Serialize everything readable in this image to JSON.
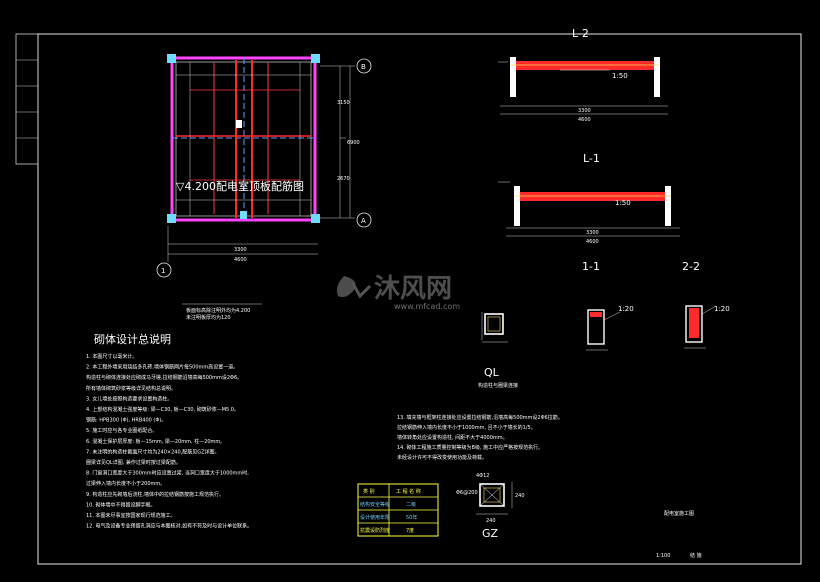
{
  "plan": {
    "title": "▽4.200配电室顶板配筋图",
    "axis_b": "B",
    "axis_a": "A",
    "axis_1": "1",
    "dim_total": "4600",
    "dim_inner": "3300",
    "dim_right_1": "3150",
    "dim_right_2": "2670",
    "dim_right_total": "6900",
    "bottom_note_1": "板面标高除注明外均为4.200",
    "bottom_note_2": "未注明板厚均为120"
  },
  "beam_l2": {
    "title": "L-2",
    "ratio": "1:50",
    "dim": "3300",
    "dim_total": "4600"
  },
  "beam_l1": {
    "title": "L-1",
    "ratio": "1:50",
    "dim": "3300",
    "dim_total": "4600"
  },
  "sections": {
    "s11": "1-1",
    "s22": "2-2",
    "scale_1": "1:20",
    "scale_2": "1:20",
    "ql": "QL",
    "ql_note": "构造柱与圈梁连接",
    "gz": "GZ",
    "gz_dim_top": "4Φ12",
    "gz_dim_side": "Φ6@200",
    "gz_dim_w": "240",
    "gz_dim_h": "240"
  },
  "notes_title": "砌体设计总说明",
  "notes": [
    "1. 本图尺寸以毫米计。",
    "2. 本工程外墙采用烧结多孔砖,墙体钢筋网片每500mm高设置一道。",
    "   构造柱与砌体连接处应砌成马牙槎,拉结钢筋沿墙高每500mm设2Φ6。",
    "   所有墙体砌筑砂浆等级详见结构总说明。",
    "3. 女儿墙处按照构造要求设置构造柱。",
    "4. 上部结构混凝土强度等级: 梁—C30, 板—C30, 砌筑砂浆—M5.0。",
    "   钢筋: HPB300 (Φ), HRB400 (Φ)。",
    "5. 施工时应与各专业图纸配合。",
    "6. 混凝土保护层厚度: 板—15mm, 梁—20mm, 柱—20mm。",
    "7. 未注明的构造柱截面尺寸均为240×240,配筋见GZ详图。",
    "   圈梁详见QL详图, 兼作过梁时按过梁配筋。",
    "8. 门窗洞口宽度大于300mm时应设置过梁, 当洞口宽度大于1000mm时,",
    "   过梁伸入墙内长度不小于200mm。",
    "9. 构造柱应先砌墙后浇柱,墙体中的拉结钢筋按施工规范执行。",
    "10. 砌体墙中不得留设脚手眼。",
    "11. 本图未尽事宜按国家现行规范施工。",
    "12. 电气及设备专业预留孔洞应与本图核对,如有不符及时与设计单位联系。"
  ],
  "notes_right": [
    "13. 填充墙与框架柱连接处应设置拉结钢筋,沿墙高每500mm设2Φ6拉筋。",
    "    拉结钢筋伸入墙内长度不小于1000mm, 且不小于墙长的1/5。",
    "    墙体转角处应设置构造柱, 间距不大于4000mm。",
    "14. 砌体工程施工质量控制等级为B级, 施工中应严格按规范执行。",
    "    未经设计许可不得改变使用功能及荷载。"
  ],
  "table": {
    "h1": "类 别",
    "h2": "工 程 名 称",
    "r1c1": "结构安全等级",
    "r1c2": "二级",
    "r2c1": "设计使用年限",
    "r2c2": "50年",
    "r3c1": "抗震设防烈度",
    "r3c2": "7度"
  },
  "watermark": {
    "cn": "沐风网",
    "url": "www.mfcad.com"
  },
  "titleblock": {
    "drawing": "配电室施工图",
    "scale": "1:100",
    "sheet": "结 施"
  }
}
